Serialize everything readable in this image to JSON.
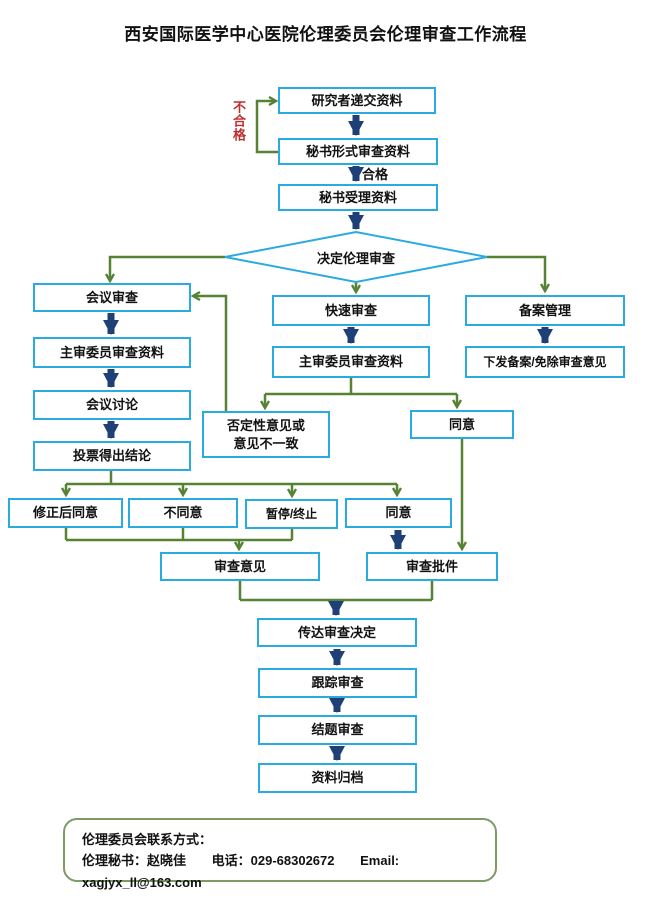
{
  "title": "西安国际医学中心医院伦理委员会伦理审查工作流程",
  "colors": {
    "box_border": "#2aabdf",
    "block_arrow_blue": "#1f4076",
    "connector_green": "#568233",
    "unqualified_red": "#bf2e2e",
    "contact_border": "#7d9b63",
    "background": "#ffffff"
  },
  "labels": {
    "unqualified": "不合格",
    "qualified": "合格"
  },
  "nodes": {
    "submit": "研究者递交资料",
    "formal_review": "秘书形式审查资料",
    "accept": "秘书受理资料",
    "decide": "决定伦理审查",
    "meeting_review": "会议审查",
    "meeting_chief_review": "主审委员审查资料",
    "meeting_discussion": "会议讨论",
    "vote_conclusion": "投票得出结论",
    "rapid_review": "快速审查",
    "rapid_chief_review": "主审委员审查资料",
    "record_management": "备案管理",
    "record_issue": "下发备案/免除审查意见",
    "negative_opinion": "否定性意见或\n意见不一致",
    "agree_rapid": "同意",
    "agree_modified": "修正后同意",
    "disagree": "不同意",
    "suspend_terminate": "暂停/终止",
    "agree": "同意",
    "review_opinion": "审查意见",
    "review_approval": "审查批件",
    "deliver_decision": "传达审查决定",
    "follow_up_review": "跟踪审查",
    "final_review": "结题审查",
    "archive": "资料归档"
  },
  "contact": {
    "heading": "伦理委员会联系方式：",
    "secretary": "伦理秘书：赵晓佳",
    "phone": "电话：029-68302672",
    "email": "Email: xagjyx_ll@163.com"
  }
}
